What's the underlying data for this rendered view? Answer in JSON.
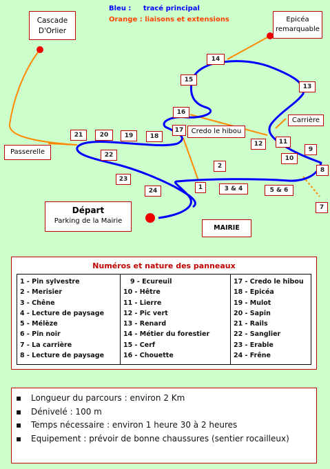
{
  "legend": {
    "blue_label": "Bleu :",
    "blue_desc": "tracé principal",
    "orange_line": "Orange : liaisons et extensions",
    "blue_color": "#0000ff",
    "orange_color": "#ff6600"
  },
  "places": {
    "cascade": [
      "Cascade",
      "D'Orlier"
    ],
    "epicea": [
      "Epicéa",
      "remarquable"
    ],
    "carriere": "Carrière",
    "credo": "Credo le hibou",
    "passerelle": "Passerelle",
    "depart": "Départ",
    "parking": "Parking de la Mairie",
    "mairie": "MAIRIE"
  },
  "markers": {
    "n1": "1",
    "n2": "2",
    "n3_4": "3 & 4",
    "n5_6": "5 & 6",
    "n7": "7",
    "n8": "8",
    "n9": "9",
    "n10": "10",
    "n11": "11",
    "n12": "12",
    "n13": "13",
    "n14": "14",
    "n15": "15",
    "n16": "16",
    "n17": "17",
    "n18": "18",
    "n19": "19",
    "n20": "20",
    "n21": "21",
    "n22": "22",
    "n23": "23",
    "n24": "24"
  },
  "panels": {
    "title": "Numéros et nature des panneaux",
    "col1": [
      "1 - Pin sylvestre",
      "2 - Merisier",
      "3 - Chêne",
      "4 - Lecture de paysage",
      "5 - Mélèze",
      "6 - Pin noir",
      "7 - La carrière",
      "8 - Lecture de paysage"
    ],
    "col2": [
      "9 - Ecureuil",
      "10 - Hêtre",
      "11 - Lierre",
      "12 - Pic vert",
      "13 - Renard",
      "14 - Métier du forestier",
      "15 - Cerf",
      "16 - Chouette"
    ],
    "col3": [
      "17 - Credo le hibou",
      "18 - Epicéa",
      "19 - Mulot",
      "20 - Sapin",
      "21 - Rails",
      "22 - Sanglier",
      "23 - Erable",
      "24 - Frêne"
    ]
  },
  "info": {
    "bullet": "▪",
    "items": [
      "Longueur du parcours : environ 2 Km",
      "Dénivelé : 100 m",
      "Temps nécessaire : environ 1 heure 30 à 2 heures",
      "Equipement : prévoir de bonne chaussures (sentier rocailleux)"
    ]
  }
}
